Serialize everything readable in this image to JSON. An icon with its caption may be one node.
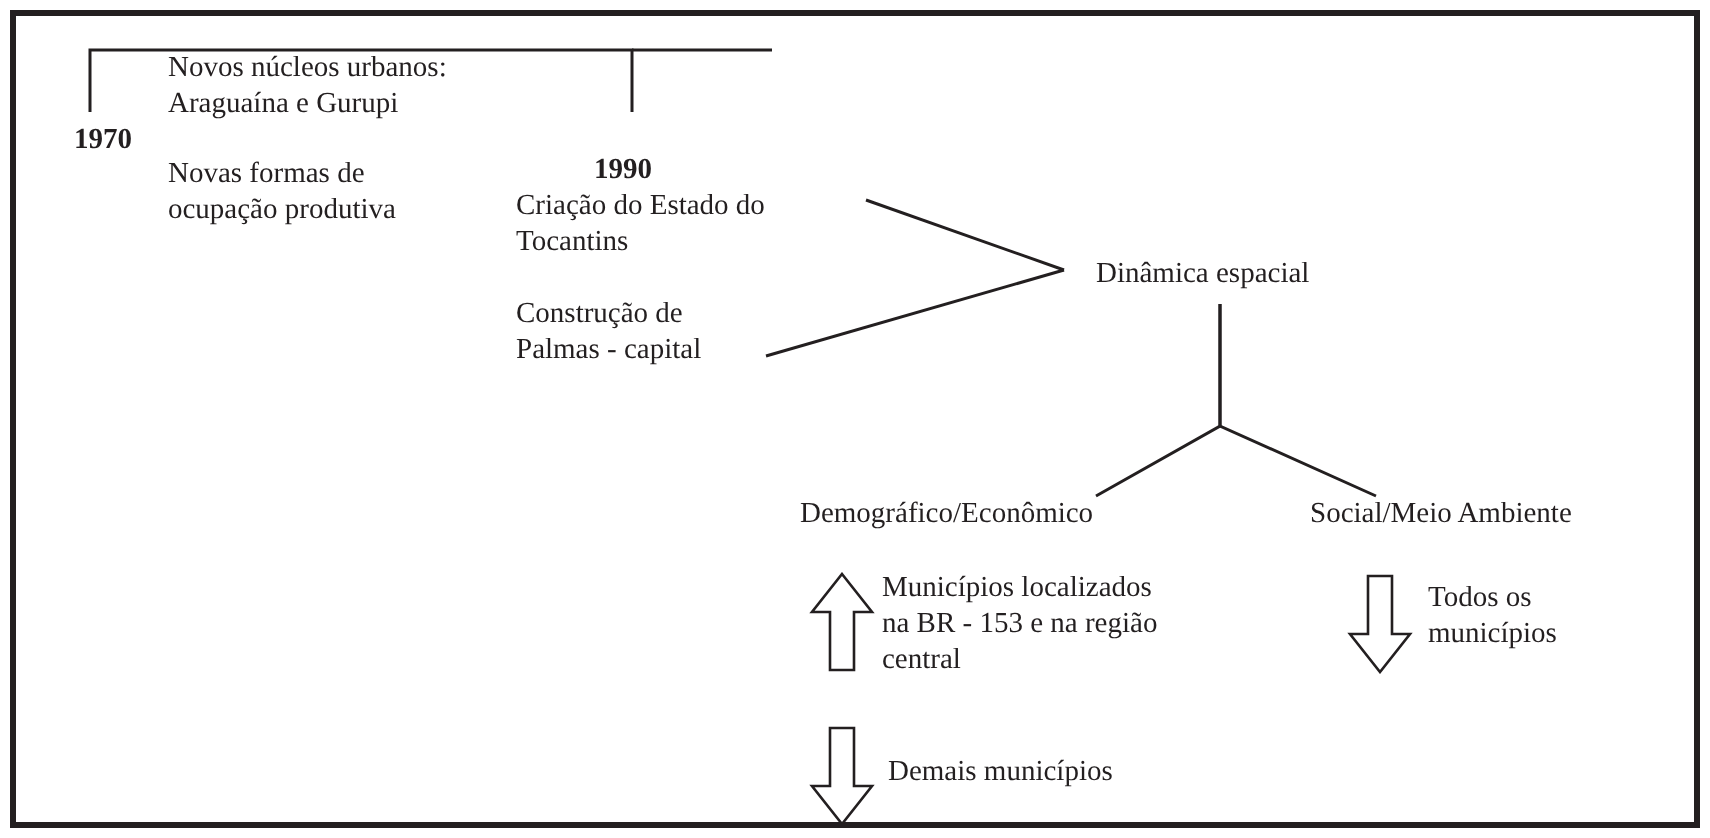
{
  "diagram": {
    "nodes": [
      {
        "text": [
          "1970"
        ]
      },
      {
        "text": [
          "Novos núcleos urbanos: Araguaína e Gurupi"
        ]
      },
      {
        "text": [
          "Novas formas de ocupação produtiva"
        ]
      },
      {
        "text": [
          "1990"
        ]
      },
      {
        "text": [
          "Criação do Estado do Tocantins"
        ]
      },
      {
        "text": [
          "Construção de Palmas - capital"
        ]
      },
      {
        "text": [
          "Dinâmica espacial"
        ]
      },
      {
        "text": [
          "Demográfico/Econômico"
        ]
      },
      {
        "text": [
          "Social/Meio Ambiente"
        ]
      }
    ],
    "edges": [
      {
        "from": 0,
        "to": 3,
        "arrow": "none"
      },
      {
        "from": 4,
        "to": 6,
        "arrow": "none"
      },
      {
        "from": 5,
        "to": 6,
        "arrow": "none"
      },
      {
        "from": 6,
        "to": 7,
        "arrow": "none"
      },
      {
        "from": 6,
        "to": 8,
        "arrow": "none"
      }
    ],
    "labels": [
      "Municípios localizados na BR - 153 e na região central",
      "Todos os municípios",
      "Demais municípios"
    ]
  }
}
